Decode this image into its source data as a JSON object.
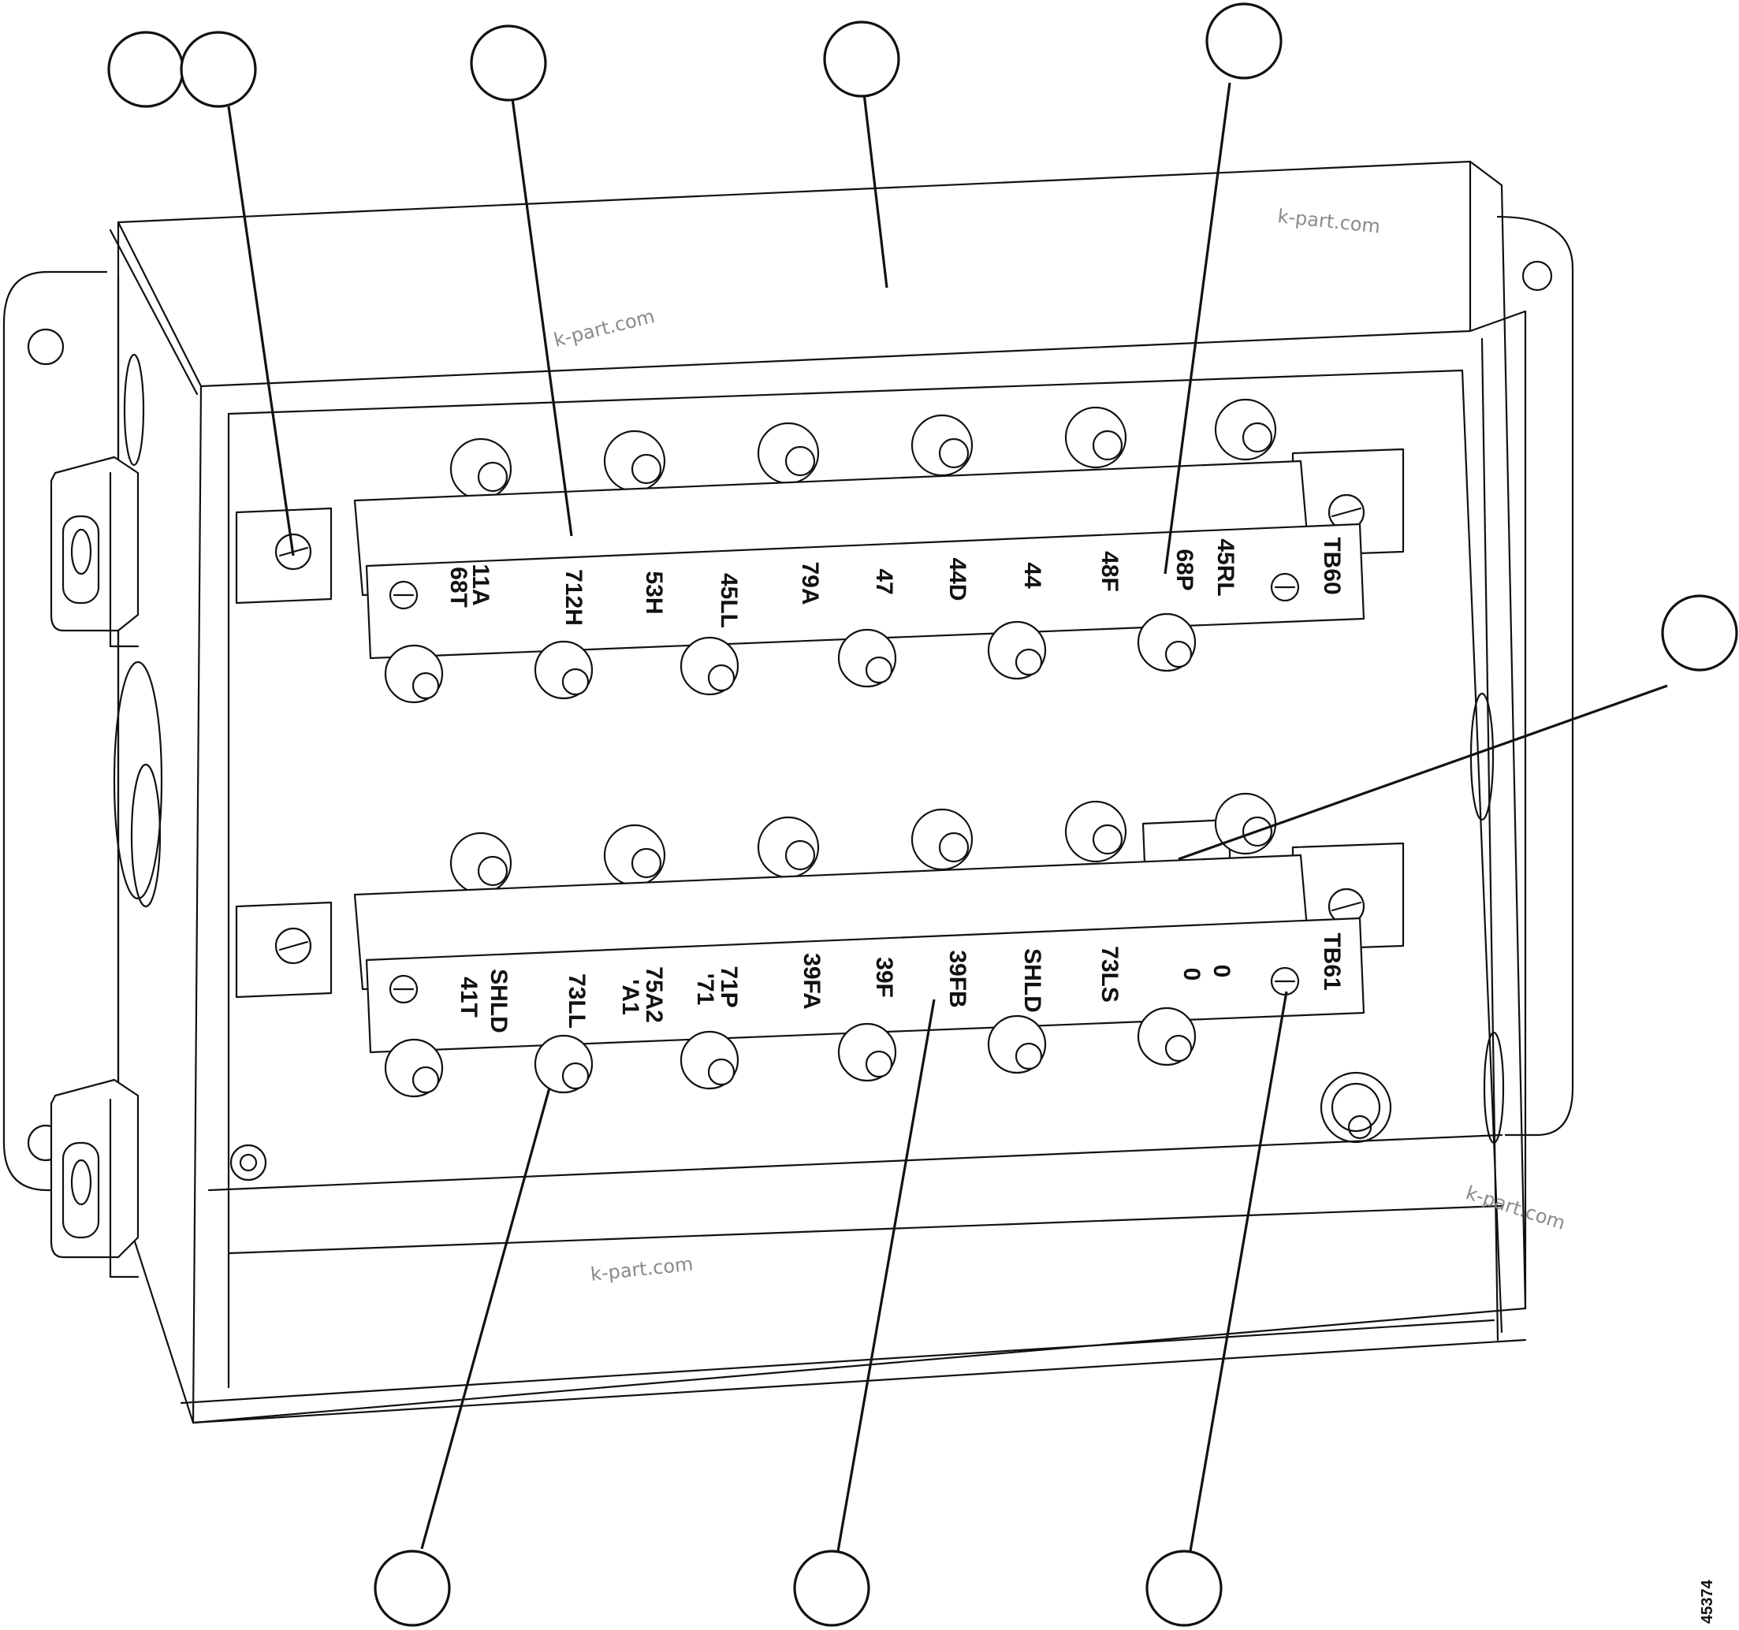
{
  "terminal_blocks": [
    {
      "name": "TB60",
      "terminals": [
        "68T",
        "11A",
        "712H",
        "53H",
        "45LL",
        "79A",
        "47",
        "44D",
        "44",
        "48F",
        "68P",
        "45RL"
      ]
    },
    {
      "name": "TB61",
      "terminals": [
        "41T",
        "SHLD",
        "73LL",
        "75A2",
        "'A1",
        "71P",
        "'71",
        "39FA",
        "39F",
        "39FB",
        "SHLD",
        "73LS",
        "0",
        "0"
      ]
    }
  ],
  "callouts": [
    {
      "label": ""
    },
    {
      "label": ""
    },
    {
      "label": ""
    },
    {
      "label": ""
    },
    {
      "label": ""
    },
    {
      "label": ""
    },
    {
      "label": ""
    },
    {
      "label": ""
    },
    {
      "label": ""
    }
  ],
  "watermarks": [
    "k-part.com",
    "k-part.com",
    "k-part.com",
    "k-part.com"
  ],
  "figure_number": "45374"
}
